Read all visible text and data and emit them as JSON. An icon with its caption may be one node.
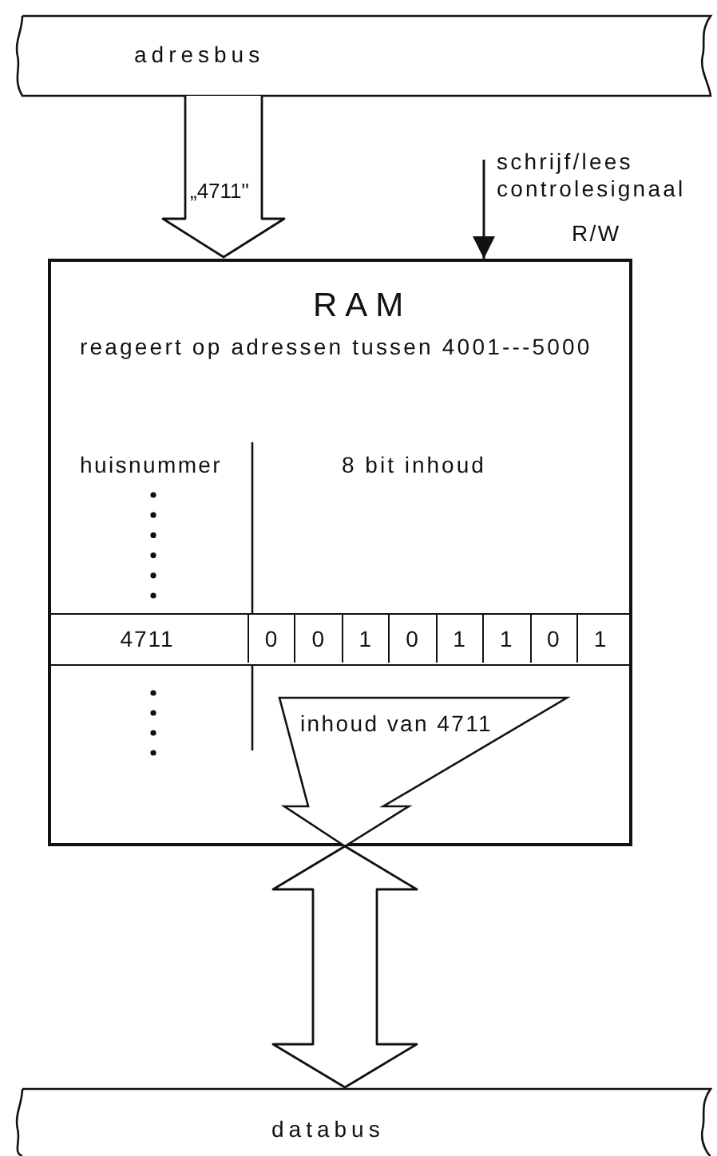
{
  "diagram": {
    "nodes": [
      {
        "text": [
          "adresbus"
        ]
      },
      {
        "text": [
          "RAM",
          "reageert op adressen tussen 4001---5000"
        ]
      },
      {
        "text": [
          "databus"
        ]
      },
      {
        "text": [
          "4711",
          "0",
          "0",
          "1",
          "0",
          "1",
          "1",
          "0",
          "1"
        ],
        "in": 1
      }
    ],
    "edges": [
      {
        "from": 0,
        "to": 1,
        "arrow": "to",
        "label": "„4711\""
      },
      {
        "from": null,
        "to": 1,
        "arrow": "to",
        "label": "schrijf/lees controlesignaal"
      },
      {
        "from": 3,
        "to": null,
        "arrow": "to",
        "label": "inhoud van 4711"
      },
      {
        "from": 1,
        "to": 2,
        "arrow": "both"
      }
    ],
    "labels": [
      "R/W",
      "huisnummer",
      "8 bit inhoud"
    ]
  }
}
